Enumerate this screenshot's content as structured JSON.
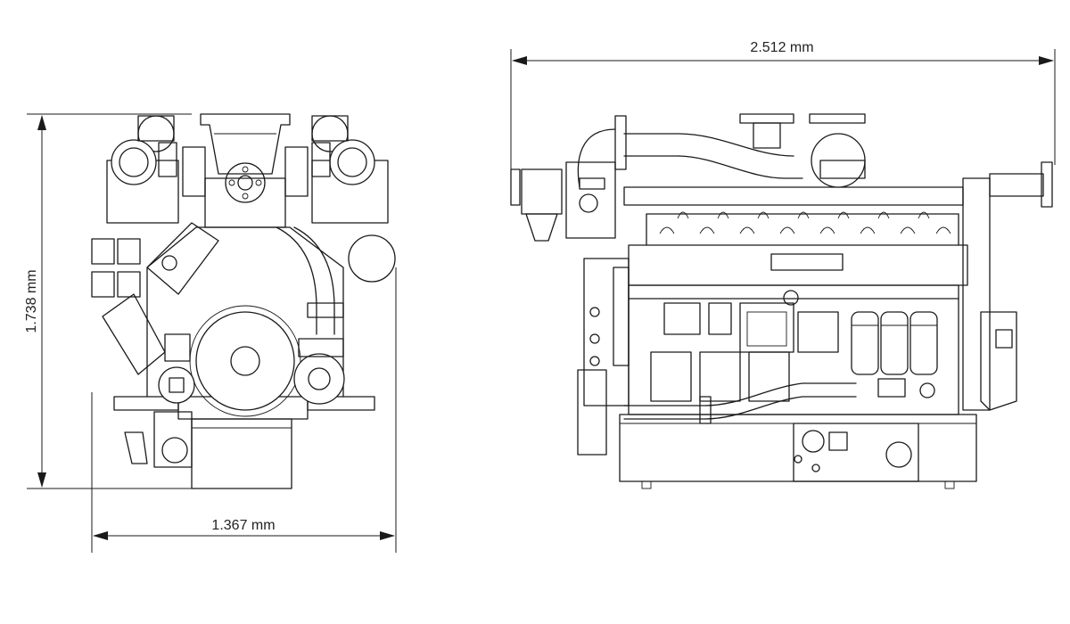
{
  "dimensions": {
    "front_height": "1.738 mm",
    "front_width": "1.367 mm",
    "side_length": "2.512 mm"
  },
  "colors": {
    "line": "#1a1a1a",
    "background": "#ffffff"
  }
}
